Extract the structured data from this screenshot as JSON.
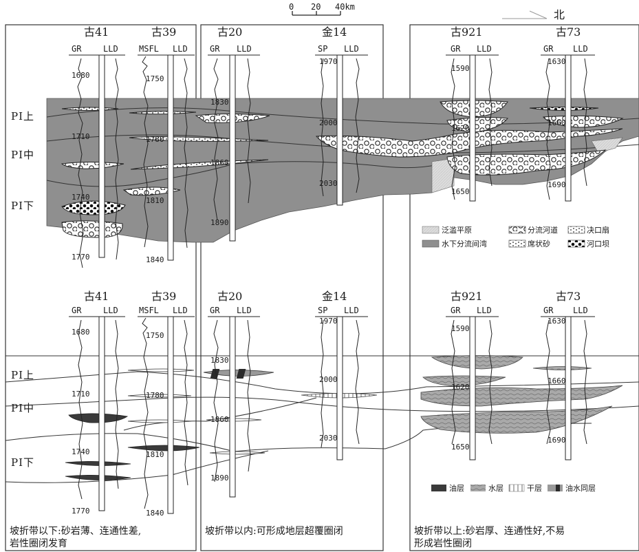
{
  "scale_bar": {
    "labels": [
      "0",
      "20",
      "40km"
    ]
  },
  "north": {
    "label": "北"
  },
  "top_section": {
    "panel_left": {
      "wells": [
        {
          "name": "古41",
          "logs": [
            "GR",
            "LLD"
          ],
          "depths": [
            "1680",
            "1710",
            "1740",
            "1770"
          ]
        },
        {
          "name": "古39",
          "logs": [
            "MSFL",
            "LLD"
          ],
          "depths": [
            "1750",
            "1780",
            "1810",
            "1840"
          ]
        }
      ]
    },
    "panel_mid": {
      "wells": [
        {
          "name": "古20",
          "logs": [
            "GR",
            "LLD"
          ],
          "depths": [
            "1830",
            "1860",
            "1890"
          ]
        },
        {
          "name": "金14",
          "logs": [
            "SP",
            "LLD"
          ],
          "depths": [
            "1970",
            "2000",
            "2030"
          ]
        }
      ]
    },
    "panel_right": {
      "wells": [
        {
          "name": "古921",
          "logs": [
            "GR",
            "LLD"
          ],
          "depths": [
            "1590",
            "1620",
            "1650"
          ]
        },
        {
          "name": "古73",
          "logs": [
            "GR",
            "LLD"
          ],
          "depths": [
            "1630",
            "1660",
            "1690"
          ]
        }
      ]
    },
    "zones": [
      "PⅠ上",
      "PⅠ中",
      "PⅠ下"
    ],
    "legend": [
      {
        "label": "泛滥平原",
        "pattern": "flood"
      },
      {
        "label": "分流河道",
        "pattern": "channel"
      },
      {
        "label": "决口扇",
        "pattern": "crevasse"
      },
      {
        "label": "水下分流间湾",
        "pattern": "bay"
      },
      {
        "label": "席状砂",
        "pattern": "sheet"
      },
      {
        "label": "河口坝",
        "pattern": "bar"
      }
    ]
  },
  "bottom_section": {
    "panel_left": {
      "wells": [
        {
          "name": "古41",
          "logs": [
            "GR",
            "LLD"
          ],
          "depths": [
            "1680",
            "1710",
            "1740",
            "1770"
          ]
        },
        {
          "name": "古39",
          "logs": [
            "MSFL",
            "LLD"
          ],
          "depths": [
            "1750",
            "1780",
            "1810",
            "1840"
          ]
        }
      ]
    },
    "panel_mid": {
      "wells": [
        {
          "name": "古20",
          "logs": [
            "GR",
            "LLD"
          ],
          "depths": [
            "1830",
            "1860",
            "1890"
          ]
        },
        {
          "name": "金14",
          "logs": [
            "SP",
            "LLD"
          ],
          "depths": [
            "1970",
            "2000",
            "2030"
          ]
        }
      ]
    },
    "panel_right": {
      "wells": [
        {
          "name": "古921",
          "logs": [
            "GR",
            "LLD"
          ],
          "depths": [
            "1590",
            "1620",
            "1650"
          ]
        },
        {
          "name": "古73",
          "logs": [
            "GR",
            "LLD"
          ],
          "depths": [
            "1630",
            "1660",
            "1690"
          ]
        }
      ]
    },
    "zones": [
      "PⅠ上",
      "PⅠ中",
      "PⅠ下"
    ],
    "legend": [
      {
        "label": "油层",
        "pattern": "oil"
      },
      {
        "label": "水层",
        "pattern": "water"
      },
      {
        "label": "干层",
        "pattern": "dry"
      },
      {
        "label": "油水同层",
        "pattern": "oilwater"
      }
    ]
  },
  "captions": {
    "left_line1": "坡折带以下:砂岩薄、连通性差,",
    "left_line2": "岩性圈闭发育",
    "mid": "坡折带以内:可形成地层超覆圈闭",
    "right_line1": "坡折带以上:砂岩厚、连通性好,不易",
    "right_line2": "形成岩性圈闭"
  }
}
